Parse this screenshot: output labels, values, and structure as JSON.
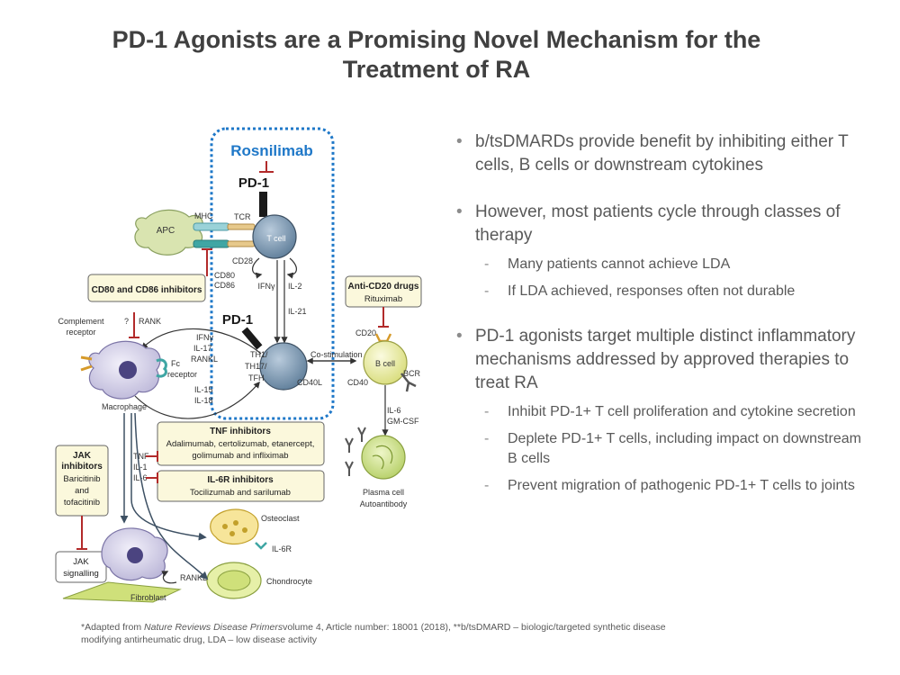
{
  "title": {
    "line1": "PD-1 Agonists are a Promising Novel Mechanism for the",
    "line2": "Treatment of RA"
  },
  "diagram": {
    "rosnilimab": "Rosnilimab",
    "pd1_top": "PD-1",
    "pd1_mid": "PD-1",
    "apc": "APC",
    "mhc": "MHC",
    "tcr": "TCR",
    "tcell": "T cell",
    "cd28": "CD28",
    "cd80": "CD80",
    "cd86": "CD86",
    "ifny": "IFNγ",
    "il2": "IL-2",
    "il21": "IL-21",
    "cd80_cd86_inhibitors": "CD80 and CD86 inhibitors",
    "complement_receptor_1": "Complement",
    "complement_receptor_2": "receptor",
    "question": "?",
    "rank": "RANK",
    "fc_receptor_1": "Fc",
    "fc_receptor_2": "receptor",
    "cytokines_left": [
      "IFNγ",
      "IL-17",
      "RANKL",
      "IL-15",
      "IL-18"
    ],
    "th_subsets": [
      "TH1/",
      "TH17/",
      "TFH"
    ],
    "macrophage": "Macrophage",
    "costimulation": "Co-stimulation",
    "cd40l": "CD40L",
    "cd40": "CD40",
    "anti_cd20_title": "Anti-CD20 drugs",
    "anti_cd20_drug": "Rituximab",
    "cd20": "CD20",
    "bcell": "B cell",
    "bcr": "BCR",
    "il6": "IL-6",
    "gmcsf": "GM-CSF",
    "plasma_cell": "Plasma cell",
    "autoantibody": "Autoantibody",
    "tnf_title": "TNF inhibitors",
    "tnf_drugs_1": "Adalimumab, certolizumab, etanercept,",
    "tnf_drugs_2": "golimumab and infliximab",
    "tnf_labels": [
      "TNF",
      "IL-1",
      "IL-6"
    ],
    "il6r_title": "IL-6R inhibitors",
    "il6r_drugs": "Tocilizumab and sarilumab",
    "jak_title_1": "JAK",
    "jak_title_2": "inhibitors",
    "jak_drugs": [
      "Baricitinib",
      "and",
      "tofacitinib"
    ],
    "jak_signalling_1": "JAK",
    "jak_signalling_2": "signalling",
    "rankl_bottom": "RANKL",
    "fibroblast": "Fibroblast",
    "osteoclast": "Osteoclast",
    "il6r": "IL-6R",
    "chondrocyte": "Chondrocyte"
  },
  "bullets": [
    {
      "text": "b/tsDMARDs provide benefit by inhibiting either T cells, B cells or downstream cytokines",
      "subs": []
    },
    {
      "text": "However, most patients cycle through classes of therapy",
      "subs": [
        "Many patients cannot achieve LDA",
        "If LDA achieved, responses often not durable"
      ]
    },
    {
      "text": "PD-1 agonists target multiple distinct inflammatory mechanisms addressed by approved therapies to treat RA",
      "subs": [
        "Inhibit PD-1+ T cell proliferation and cytokine secretion",
        "Deplete PD-1+ T cells, including impact on downstream B cells",
        "Prevent migration of pathogenic PD-1+ T cells to joints"
      ]
    }
  ],
  "footer": {
    "prefix": "*Adapted from ",
    "journal": "Nature Reviews Disease Primers",
    "rest_line1": "volume  4, Article number:  18001 (2018), **b/tsDMARD – biologic/targeted  synthetic  disease",
    "line2": "modifying antirheumatic  drug, LDA – low disease activity"
  },
  "colors": {
    "rosnilimab_blue": "#1f78c8",
    "inhibitor_red": "#b22a2a",
    "box_fill": "#fbf8dc",
    "tcell_fill": "#6f8da8",
    "bcell_fill": "#eef0a8"
  }
}
